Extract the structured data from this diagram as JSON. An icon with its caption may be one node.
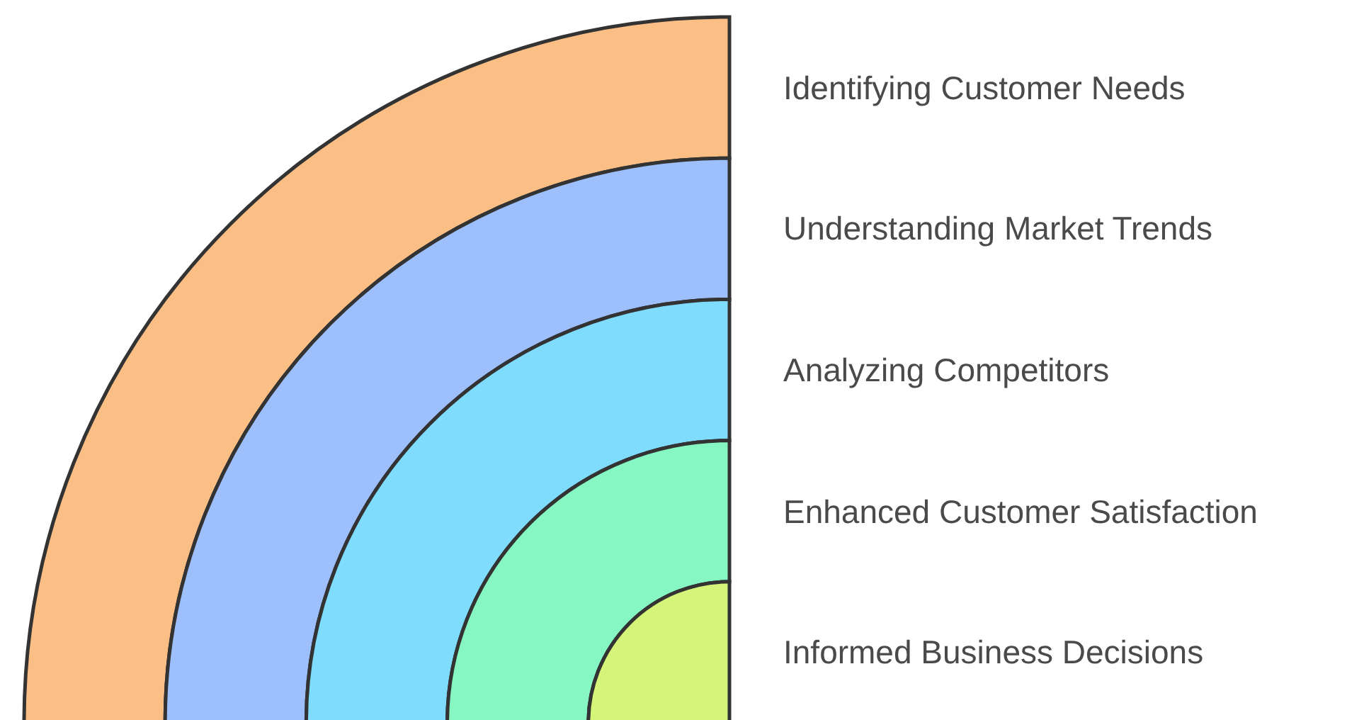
{
  "diagram": {
    "nodes": [
      {
        "text": [
          "Identifying Customer Needs"
        ]
      },
      {
        "text": [
          "Understanding Market Trends"
        ]
      },
      {
        "text": [
          "Analyzing Competitors"
        ]
      },
      {
        "text": [
          "Enhanced Customer Satisfaction"
        ]
      },
      {
        "text": [
          "Informed Business Decisions"
        ]
      }
    ]
  }
}
